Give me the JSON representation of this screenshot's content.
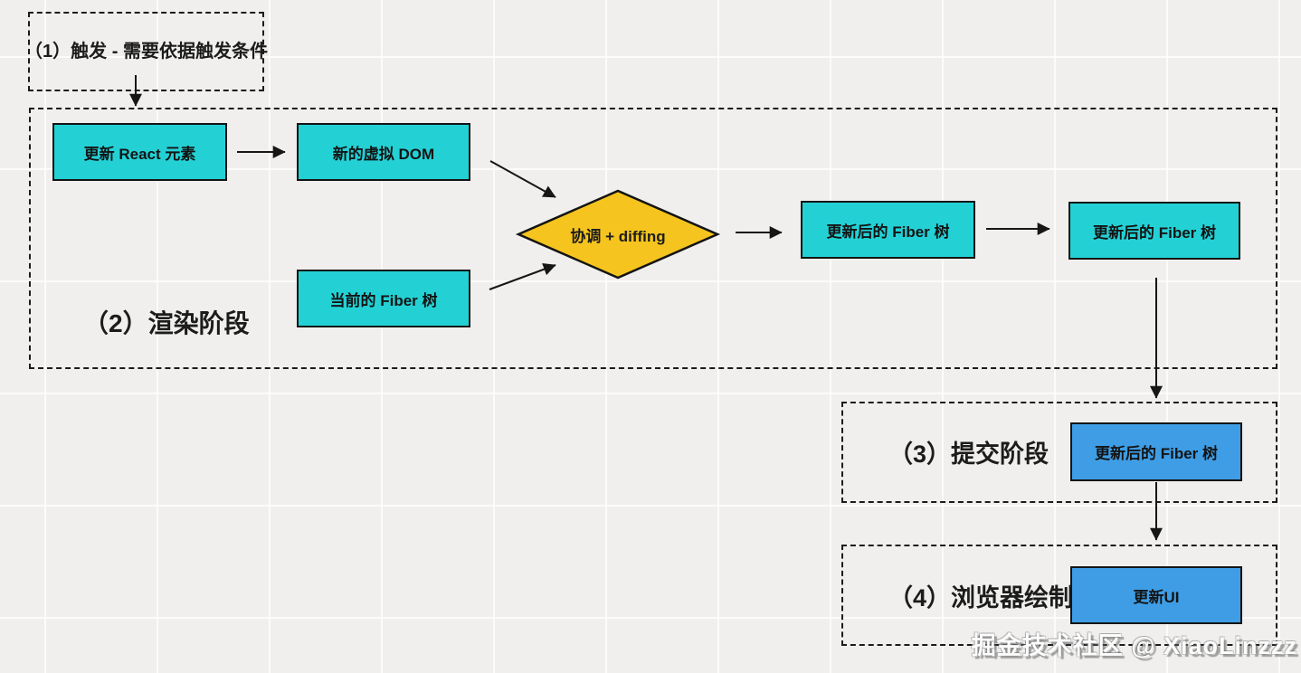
{
  "page": {
    "background_color": "#f0efed",
    "grid_line_color": "#ffffff"
  },
  "colors": {
    "process_node_cyan": "#23d1d5",
    "commit_node_blue": "#3e9de5",
    "decision_diamond_yellow": "#f5c41f",
    "stroke_ink": "#141414"
  },
  "stages": [
    {
      "id": "trigger",
      "label": "（1）触发 - 需要依据触发条件"
    },
    {
      "id": "render",
      "label": "（2）渲染阶段"
    },
    {
      "id": "commit",
      "label": "（3）提交阶段"
    },
    {
      "id": "paint",
      "label": "（4）浏览器绘制"
    }
  ],
  "nodes": {
    "update_react": {
      "label": "更新 React 元素",
      "shape": "rect",
      "color": "cyan"
    },
    "new_virtual_dom": {
      "label": "新的虚拟 DOM",
      "shape": "rect",
      "color": "cyan"
    },
    "current_fiber": {
      "label": "当前的 Fiber 树",
      "shape": "rect",
      "color": "cyan"
    },
    "reconcile": {
      "label": "协调 + diffing",
      "shape": "diamond",
      "color": "yellow"
    },
    "updated_fiber_1": {
      "label": "更新后的 Fiber 树",
      "shape": "rect",
      "color": "cyan"
    },
    "updated_fiber_2": {
      "label": "更新后的 Fiber 树",
      "shape": "rect",
      "color": "cyan"
    },
    "updated_fiber_commit": {
      "label": "更新后的 Fiber 树",
      "shape": "rect",
      "color": "blue"
    },
    "update_ui": {
      "label": "更新UI",
      "shape": "rect",
      "color": "blue"
    }
  },
  "edges": [
    {
      "from": "stage_trigger",
      "to": "stage_render"
    },
    {
      "from": "update_react",
      "to": "new_virtual_dom"
    },
    {
      "from": "new_virtual_dom",
      "to": "reconcile"
    },
    {
      "from": "current_fiber",
      "to": "reconcile"
    },
    {
      "from": "reconcile",
      "to": "updated_fiber_1"
    },
    {
      "from": "updated_fiber_1",
      "to": "updated_fiber_2"
    },
    {
      "from": "updated_fiber_2",
      "to": "updated_fiber_commit"
    },
    {
      "from": "updated_fiber_commit",
      "to": "update_ui"
    }
  ],
  "watermark": {
    "text": "掘金技术社区 @ XiaoLinzzz"
  }
}
